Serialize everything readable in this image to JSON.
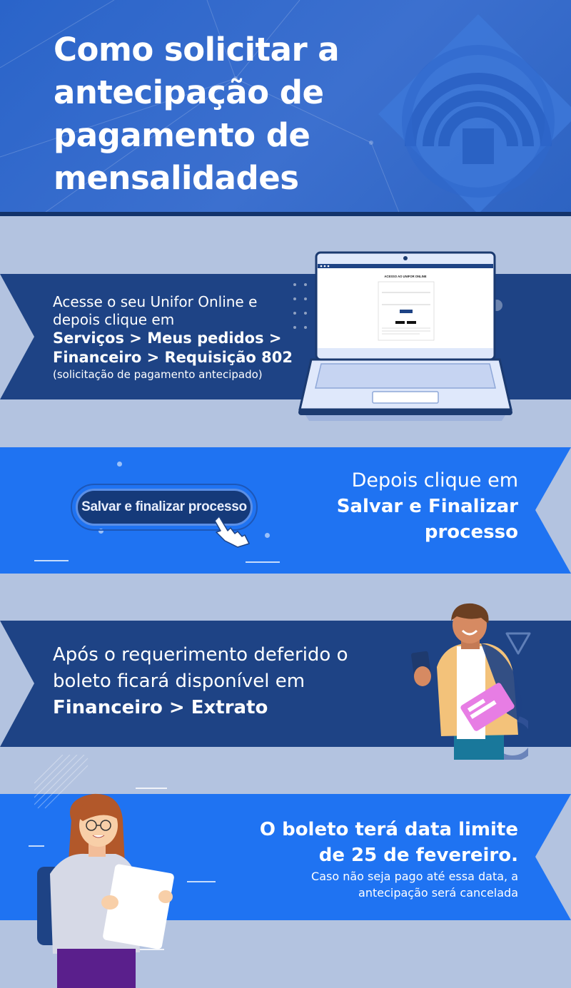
{
  "header": {
    "title_lines": [
      "Como solicitar a",
      "antecipação de",
      "pagamento de",
      "mensalidades"
    ]
  },
  "step1": {
    "line1": "Acesse o seu Unifor Online e",
    "line2": "depois clique em",
    "bold1": "Serviços > Meus pedidos >",
    "bold2": "Financeiro > Requisição 802",
    "note": "(solicitação de pagamento antecipado)",
    "laptop_screen_title": "ACESSO AO UNIFOR ONLINE"
  },
  "step2": {
    "line1": "Depois clique em",
    "bold1": "Salvar e Finalizar",
    "bold2": "processo",
    "button_label": "Salvar e finalizar processo"
  },
  "step3": {
    "line1": "Após o requerimento deferido o",
    "line2": "boleto ficará disponível em",
    "bold1": "Financeiro > Extrato"
  },
  "step4": {
    "bold1": "O boleto terá data limite",
    "bold2": "de 25 de fevereiro.",
    "note1": "Caso não seja pago até essa data, a",
    "note2": "antecipação será cancelada"
  },
  "colors": {
    "header": "#2f67c9",
    "band_dark": "#1e4385",
    "band_blue": "#1f73f2",
    "background": "#b3c3e0"
  }
}
